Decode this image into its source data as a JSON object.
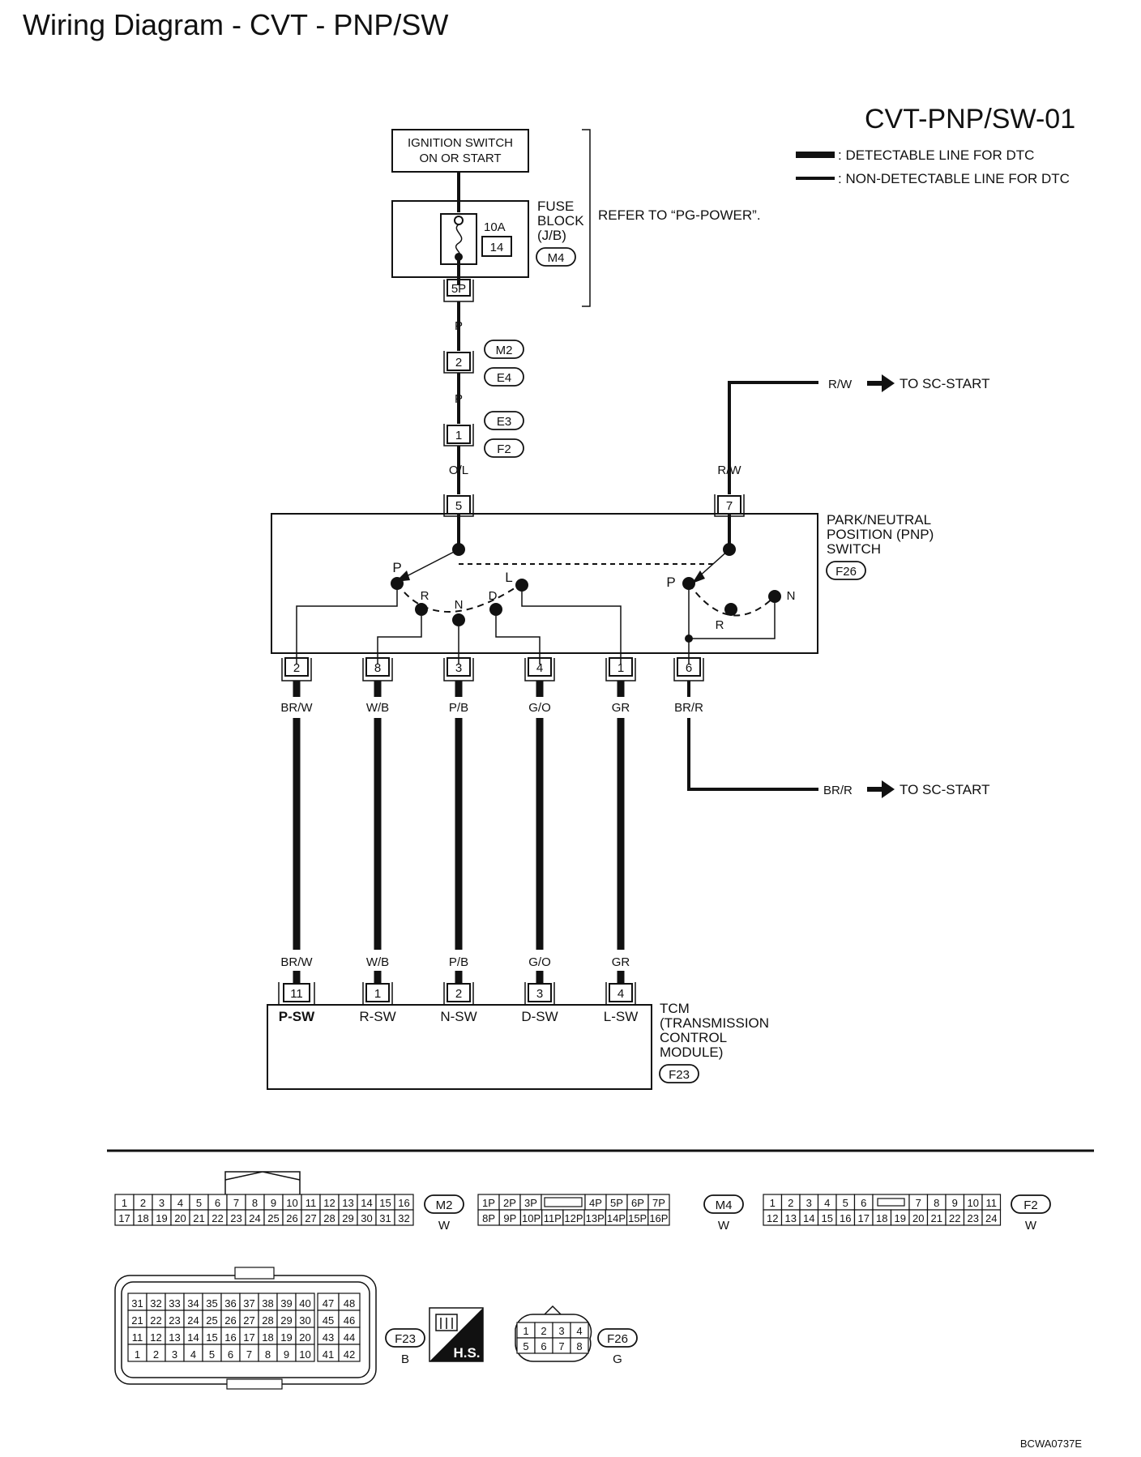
{
  "title": "Wiring Diagram - CVT - PNP/SW",
  "diagram_id": "CVT-PNP/SW-01",
  "legend": {
    "detectable": ": DETECTABLE LINE FOR DTC",
    "non_detectable": ": NON-DETECTABLE LINE FOR DTC"
  },
  "ignition": {
    "line1": "IGNITION SWITCH",
    "line2": "ON OR START"
  },
  "fuse": {
    "label1": "FUSE",
    "label2": "BLOCK",
    "label3": "(J/B)",
    "connector": "M4",
    "amp": "10A",
    "number": "14",
    "pin": "5P",
    "refer": "REFER TO “PG-POWER”."
  },
  "joints": {
    "m2": "M2",
    "e4": "E4",
    "pin2": "2",
    "e3": "E3",
    "f2": "F2",
    "pin1": "1",
    "color_p1": "P",
    "color_p2": "P",
    "color_ol": "O/L"
  },
  "sc_start": {
    "top_color": "R/W",
    "bottom_color": "BR/R",
    "label": "TO SC-START"
  },
  "pnp": {
    "line1": "PARK/NEUTRAL",
    "line2": "POSITION (PNP)",
    "line3": "SWITCH",
    "connector": "F26",
    "pin5": "5",
    "pin7": "7",
    "rw": "R/W",
    "pos_p": "P",
    "pos_r": "R",
    "pos_n": "N",
    "pos_d": "D",
    "pos_l": "L",
    "pos_p2": "P",
    "pos_r2": "R",
    "pos_n2": "N"
  },
  "wires": [
    {
      "pin_pnp": "2",
      "color": "BR/W",
      "pin_tcm": "11",
      "tcm_label": "P-SW"
    },
    {
      "pin_pnp": "8",
      "color": "W/B",
      "pin_tcm": "1",
      "tcm_label": "R-SW"
    },
    {
      "pin_pnp": "3",
      "color": "P/B",
      "pin_tcm": "2",
      "tcm_label": "N-SW"
    },
    {
      "pin_pnp": "4",
      "color": "G/O",
      "pin_tcm": "3",
      "tcm_label": "D-SW"
    },
    {
      "pin_pnp": "1",
      "color": "GR",
      "pin_tcm": "4",
      "tcm_label": "L-SW"
    }
  ],
  "pnp_pin6": "6",
  "tcm": {
    "line1": "TCM",
    "line2": "(TRANSMISSION",
    "line3": "CONTROL",
    "line4": "MODULE)",
    "connector": "F23"
  },
  "connectors": {
    "m2": {
      "name": "M2",
      "color": "W",
      "top": [
        "1",
        "2",
        "3",
        "4",
        "5",
        "6",
        "7",
        "8",
        "9",
        "10",
        "11",
        "12",
        "13",
        "14",
        "15",
        "16"
      ],
      "bottom": [
        "17",
        "18",
        "19",
        "20",
        "21",
        "22",
        "23",
        "24",
        "25",
        "26",
        "27",
        "28",
        "29",
        "30",
        "31",
        "32"
      ]
    },
    "m4": {
      "name": "M4",
      "color": "W",
      "top": [
        "1P",
        "2P",
        "3P",
        "",
        "4P",
        "5P",
        "6P",
        "7P"
      ],
      "bottom": [
        "8P",
        "9P",
        "10P",
        "11P",
        "12P",
        "13P",
        "14P",
        "15P",
        "16P"
      ]
    },
    "f2": {
      "name": "F2",
      "color": "W",
      "top": [
        "1",
        "2",
        "3",
        "4",
        "5",
        "6",
        "",
        "7",
        "8",
        "9",
        "10",
        "11"
      ],
      "bottom": [
        "12",
        "13",
        "14",
        "15",
        "16",
        "17",
        "18",
        "19",
        "20",
        "21",
        "22",
        "23",
        "24"
      ]
    },
    "f23": {
      "name": "F23",
      "color": "B",
      "rows": [
        [
          "31",
          "32",
          "33",
          "34",
          "35",
          "36",
          "37",
          "38",
          "39",
          "40",
          "47",
          "48"
        ],
        [
          "21",
          "22",
          "23",
          "24",
          "25",
          "26",
          "27",
          "28",
          "29",
          "30",
          "45",
          "46"
        ],
        [
          "11",
          "12",
          "13",
          "14",
          "15",
          "16",
          "17",
          "18",
          "19",
          "20",
          "43",
          "44"
        ],
        [
          "1",
          "2",
          "3",
          "4",
          "5",
          "6",
          "7",
          "8",
          "9",
          "10",
          "41",
          "42"
        ]
      ]
    },
    "hs": "H.S.",
    "f26": {
      "name": "F26",
      "color": "G",
      "top": [
        "1",
        "2",
        "3",
        "4"
      ],
      "bottom": [
        "5",
        "6",
        "7",
        "8"
      ]
    }
  },
  "footer_code": "BCWA0737E"
}
